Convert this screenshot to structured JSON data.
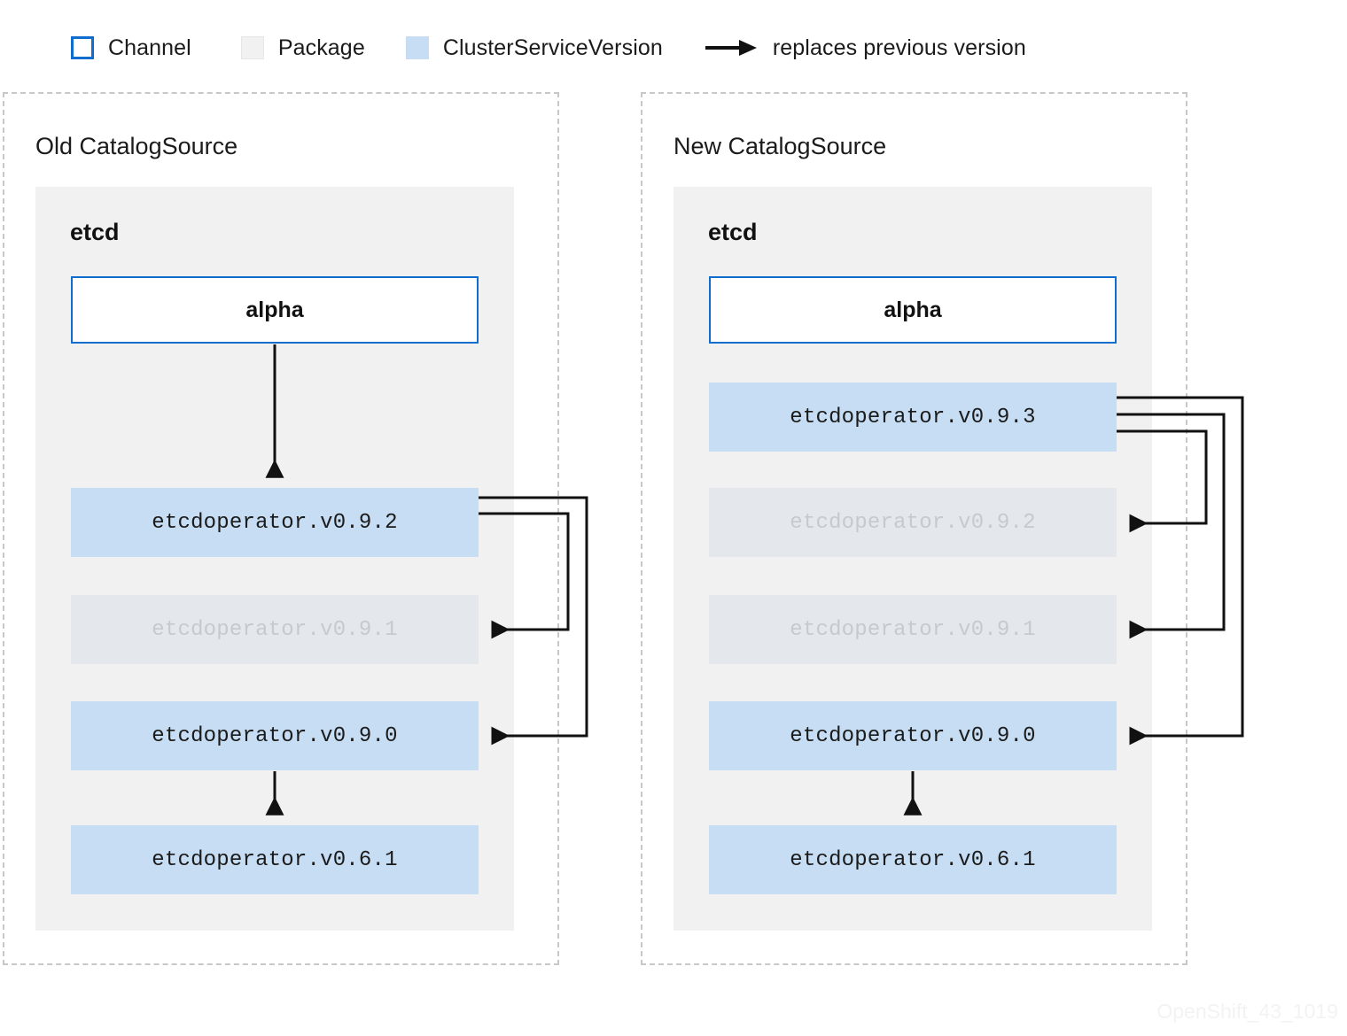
{
  "legend": {
    "items": [
      {
        "swatch": "channel-swatch",
        "label": "Channel"
      },
      {
        "swatch": "package-swatch",
        "label": "Package"
      },
      {
        "swatch": "clusterserviceversion-swatch",
        "label": "ClusterServiceVersion"
      },
      {
        "swatch": "arrow-glyph",
        "label": "replaces previous version"
      }
    ]
  },
  "colors": {
    "channel_border": "#0f6ecd",
    "package_fill": "#f1f1f1",
    "csv_fill": "#c6ddf3",
    "csv_ghost_fill": "#e4e8ec",
    "csv_ghost_text": "#c6cacf",
    "panel_border": "#c8c8c8",
    "arrow": "#111111",
    "text": "#1b1b1b",
    "watermark": "#f3f3f3"
  },
  "panels": [
    {
      "id": "old-catalogsource",
      "title": "Old CatalogSource",
      "package": {
        "name": "etcd",
        "channel": {
          "name": "alpha"
        },
        "csvs": [
          {
            "name": "etcdoperator.v0.9.2",
            "state": "active"
          },
          {
            "name": "etcdoperator.v0.9.1",
            "state": "ghost"
          },
          {
            "name": "etcdoperator.v0.9.0",
            "state": "active"
          },
          {
            "name": "etcdoperator.v0.6.1",
            "state": "active"
          }
        ]
      }
    },
    {
      "id": "new-catalogsource",
      "title": "New CatalogSource",
      "package": {
        "name": "etcd",
        "channel": {
          "name": "alpha"
        },
        "csvs": [
          {
            "name": "etcdoperator.v0.9.3",
            "state": "active"
          },
          {
            "name": "etcdoperator.v0.9.2",
            "state": "ghost"
          },
          {
            "name": "etcdoperator.v0.9.1",
            "state": "ghost"
          },
          {
            "name": "etcdoperator.v0.9.0",
            "state": "active"
          },
          {
            "name": "etcdoperator.v0.6.1",
            "state": "active"
          }
        ]
      }
    }
  ],
  "relations": {
    "old": [
      {
        "from": "alpha",
        "to": "etcdoperator.v0.9.2",
        "kind": "channel-head"
      },
      {
        "from": "etcdoperator.v0.9.2",
        "to": "etcdoperator.v0.9.1",
        "kind": "replaces"
      },
      {
        "from": "etcdoperator.v0.9.2",
        "to": "etcdoperator.v0.9.0",
        "kind": "replaces"
      },
      {
        "from": "etcdoperator.v0.9.0",
        "to": "etcdoperator.v0.6.1",
        "kind": "replaces"
      }
    ],
    "new": [
      {
        "from": "etcdoperator.v0.9.3",
        "to": "etcdoperator.v0.9.2",
        "kind": "replaces"
      },
      {
        "from": "etcdoperator.v0.9.3",
        "to": "etcdoperator.v0.9.1",
        "kind": "replaces"
      },
      {
        "from": "etcdoperator.v0.9.3",
        "to": "etcdoperator.v0.9.0",
        "kind": "replaces"
      },
      {
        "from": "etcdoperator.v0.9.0",
        "to": "etcdoperator.v0.6.1",
        "kind": "replaces"
      }
    ]
  },
  "watermark": "OpenShift_43_1019"
}
